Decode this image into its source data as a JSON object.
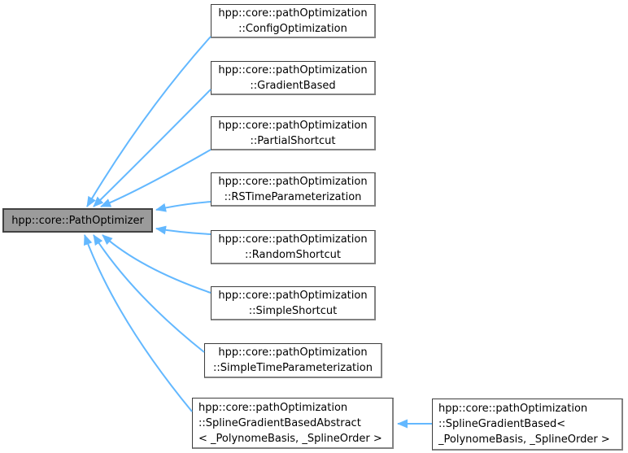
{
  "diagram": {
    "kind": "class-inheritance-graph",
    "arrow_color": "#63b8ff",
    "node_fill": "#ffffff",
    "node_border_color": "#3d3d3d",
    "node_shadow_color": "#828282",
    "base_node_fill": "#9b9b9b",
    "base_node_border_color": "#424242",
    "text_color": "#000000"
  },
  "nodes": {
    "base": {
      "line1": "hpp::core::PathOptimizer"
    },
    "config": {
      "line1": "hpp::core::pathOptimization",
      "line2": "::ConfigOptimization"
    },
    "gradient": {
      "line1": "hpp::core::pathOptimization",
      "line2": "::GradientBased"
    },
    "partial": {
      "line1": "hpp::core::pathOptimization",
      "line2": "::PartialShortcut"
    },
    "rstime": {
      "line1": "hpp::core::pathOptimization",
      "line2": "::RSTimeParameterization"
    },
    "random": {
      "line1": "hpp::core::pathOptimization",
      "line2": "::RandomShortcut"
    },
    "simpleshortcut": {
      "line1": "hpp::core::pathOptimization",
      "line2": "::SimpleShortcut"
    },
    "simpletime": {
      "line1": "hpp::core::pathOptimization",
      "line2": "::SimpleTimeParameterization"
    },
    "splineabstract": {
      "line1": "hpp::core::pathOptimization",
      "line2": "::SplineGradientBasedAbstract",
      "line3": "< _PolynomeBasis, _SplineOrder >"
    },
    "splinebased": {
      "line1": "hpp::core::pathOptimization",
      "line2": "::SplineGradientBased<",
      "line3": "_PolynomeBasis, _SplineOrder >"
    }
  }
}
